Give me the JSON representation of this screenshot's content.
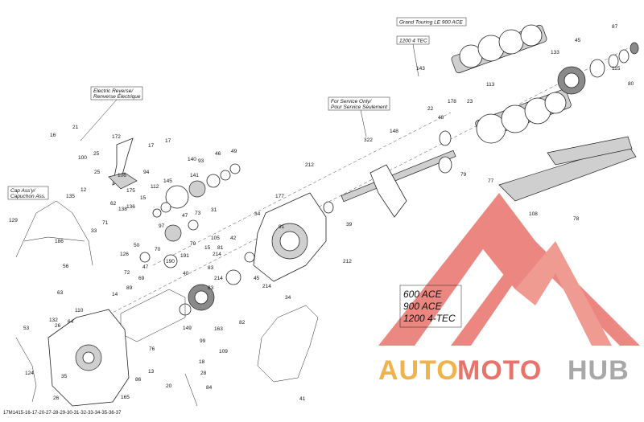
{
  "labels": {
    "electric_reverse": "Electric Reverse/",
    "electric_reverse_fr": "Renverse Électrique",
    "cap_assy": "Cap Ass'y/",
    "cap_assy_fr": "Capuchon Ass.",
    "for_service": "For Service Only/",
    "for_service_fr": "Pour Service Seulement",
    "grand_touring": "Grand Touring LE 900 ACE",
    "tec_1200": "1200 4 TEC",
    "engine_1": "600 ACE",
    "engine_2": "900 ACE",
    "engine_3": "1200 4-TEC",
    "footer_code": "17M1415-16-17-20-27-28-29-30-31-32-33-34-35-36-37"
  },
  "watermark": {
    "part1": "AUTO",
    "part2": "MOTO",
    "part3": "HUB",
    "color_red": "#e8736b",
    "color_orange": "#f0b24a",
    "color_gray": "#a8a8a8"
  },
  "part_numbers": [
    "87",
    "45",
    "133",
    "80",
    "115",
    "113",
    "143",
    "22",
    "178",
    "23",
    "48",
    "79",
    "77",
    "108",
    "78",
    "322",
    "148",
    "212",
    "177",
    "39",
    "212",
    "34",
    "91",
    "42",
    "81",
    "105",
    "214",
    "15",
    "45",
    "214",
    "82",
    "34",
    "73",
    "31",
    "140",
    "141",
    "93",
    "46",
    "49",
    "145",
    "112",
    "175",
    "15",
    "136",
    "97",
    "47",
    "70",
    "50",
    "190",
    "191",
    "70",
    "83",
    "83",
    "40",
    "214",
    "172",
    "17",
    "17",
    "94",
    "106",
    "25",
    "25",
    "21",
    "16",
    "100",
    "138",
    "62",
    "135",
    "12",
    "33",
    "71",
    "56",
    "186",
    "129",
    "126",
    "63",
    "14",
    "72",
    "47",
    "69",
    "89",
    "149",
    "163",
    "109",
    "99",
    "18",
    "28",
    "110",
    "132",
    "26",
    "64",
    "165",
    "86",
    "76",
    "13",
    "20",
    "84",
    "124",
    "53",
    "35",
    "26",
    "41"
  ]
}
